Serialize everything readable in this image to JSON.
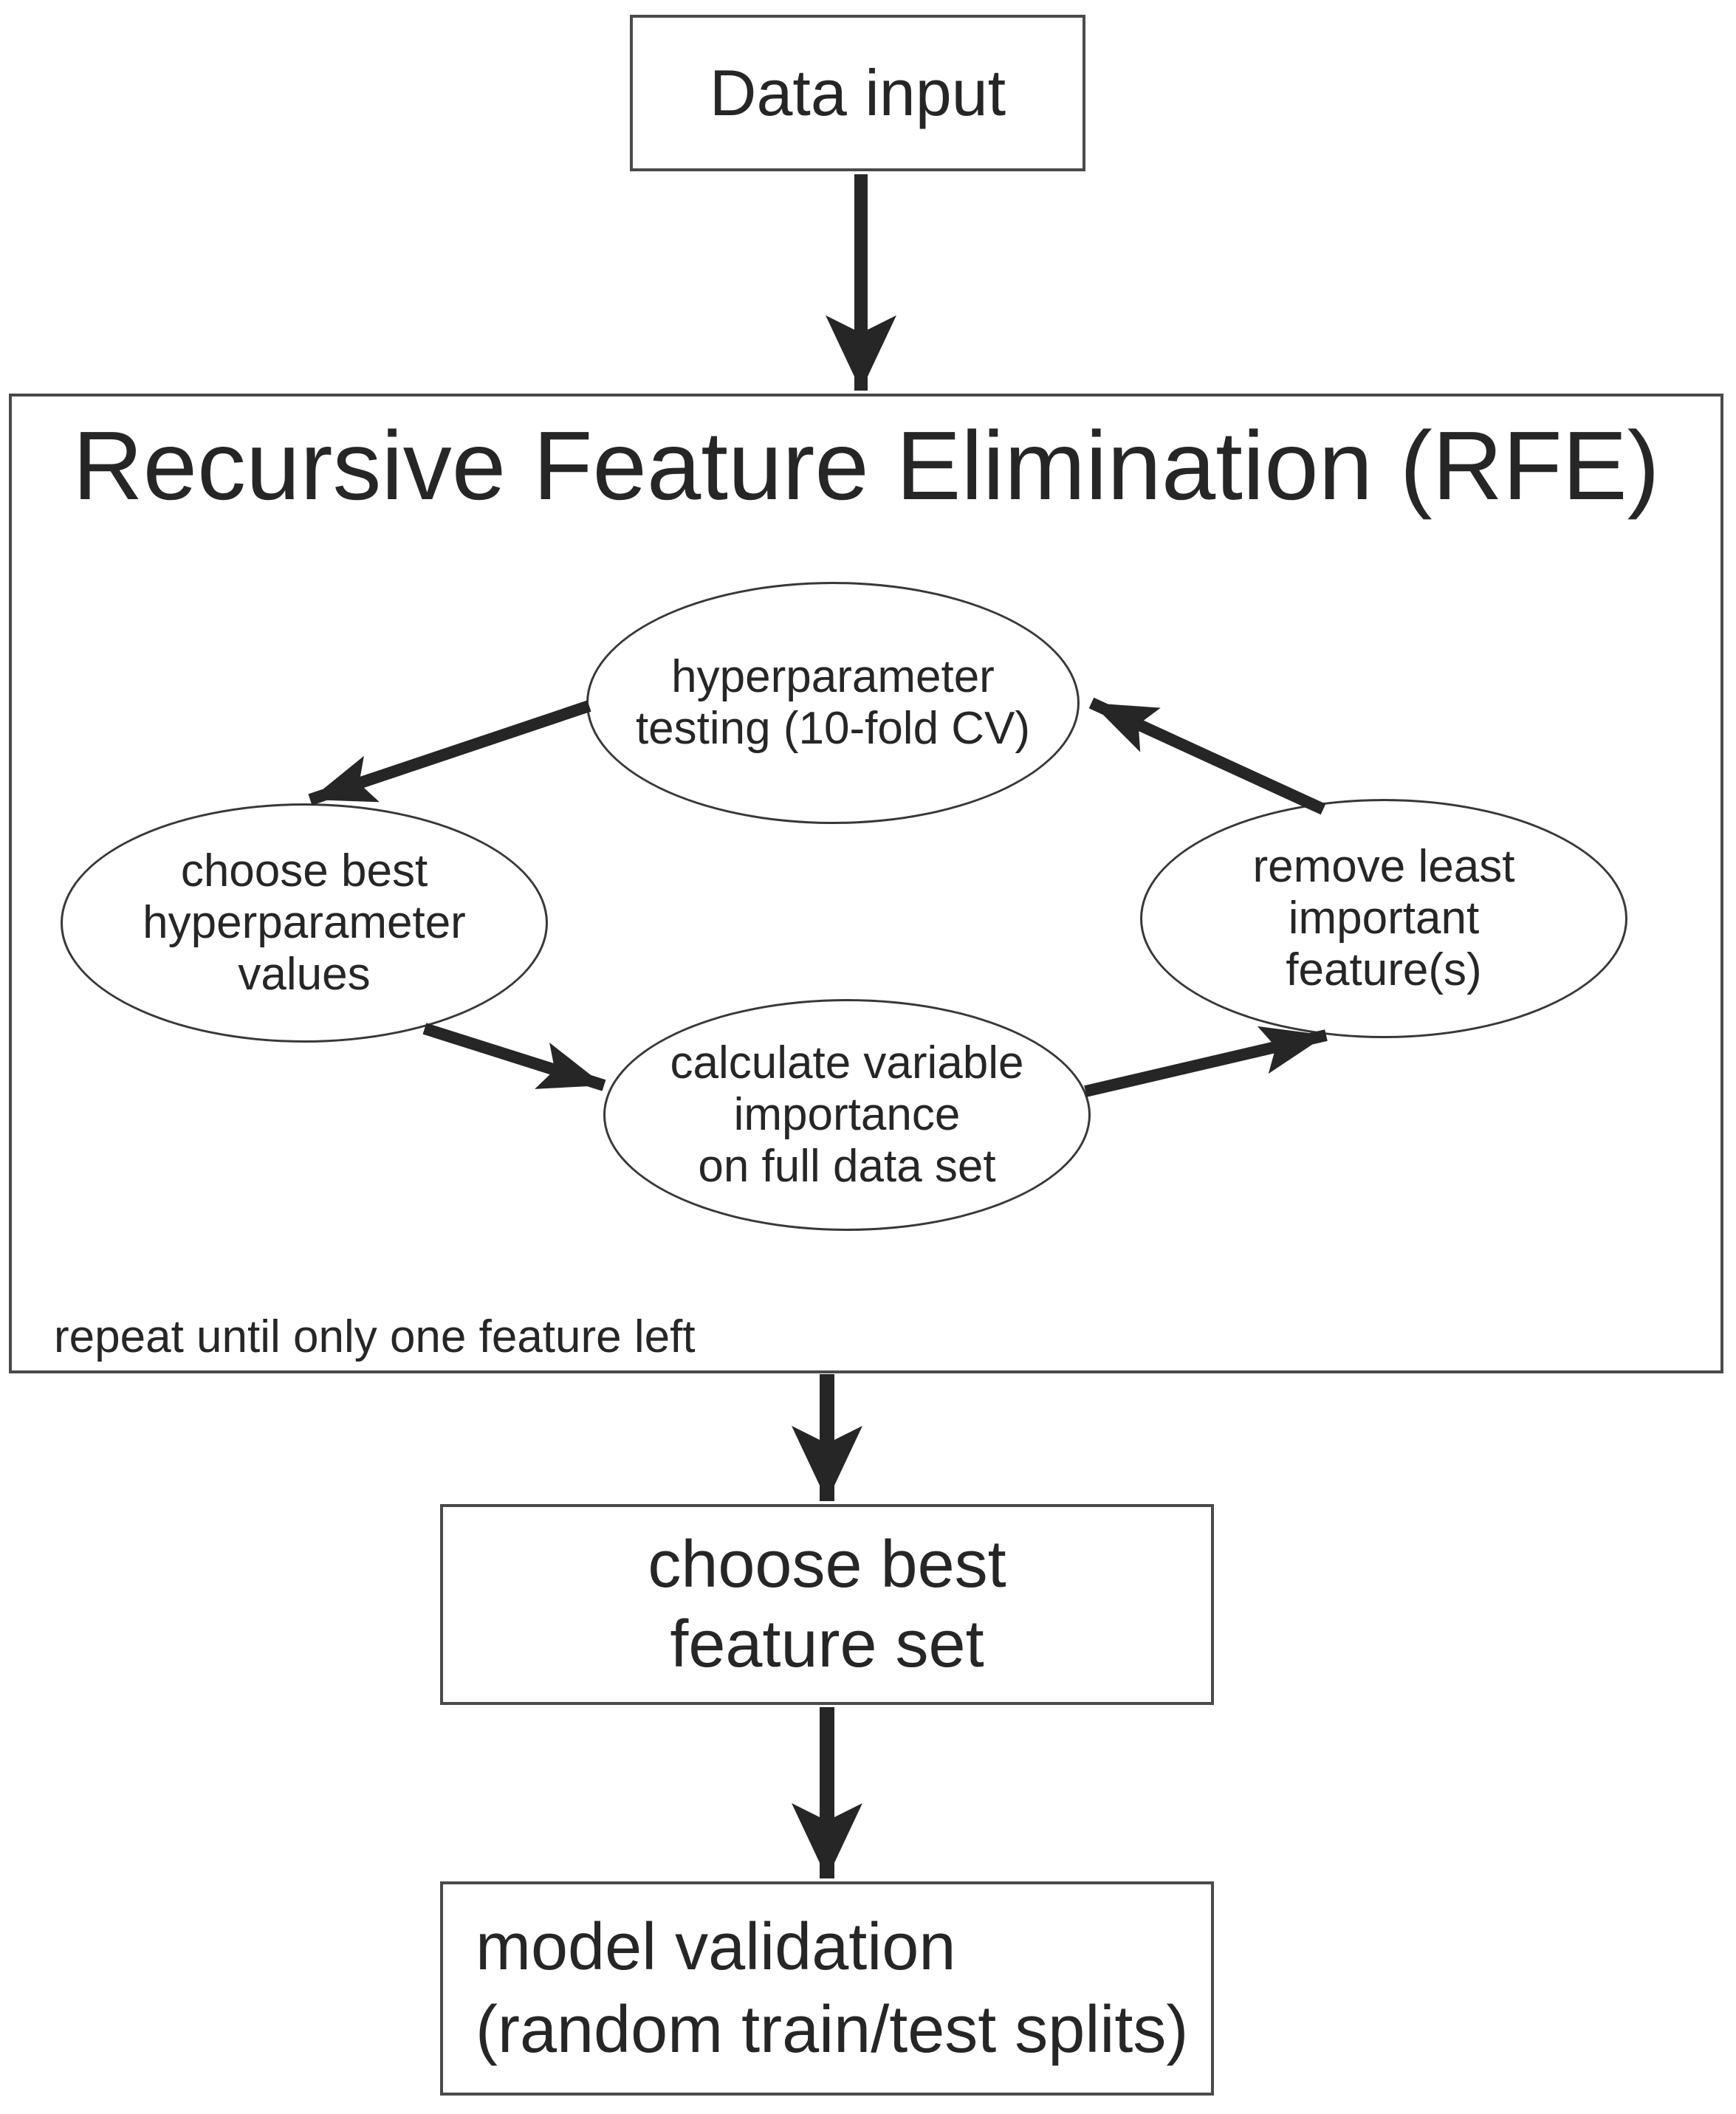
{
  "figure": {
    "colors": {
      "background": "#ffffff",
      "ink": "#262626",
      "box_border": "#4a4a4a",
      "ellipse_border": "#383838"
    },
    "nodes": {
      "data_input": {
        "label": "Data input"
      },
      "rfe_title": "Recursive Feature Elimination (RFE)",
      "hyperparameter_testing": {
        "line1": "hyperparameter",
        "line2": "testing (10-fold CV)"
      },
      "choose_best_hyperparameter": {
        "line1": "choose best",
        "line2": "hyperparameter",
        "line3": "values"
      },
      "calculate_variable_importance": {
        "line1": "calculate variable",
        "line2": "importance",
        "line3": "on full data set"
      },
      "remove_least_important": {
        "line1": "remove least",
        "line2": "important",
        "line3": "feature(s)"
      },
      "repeat_note": "repeat until only one feature left",
      "choose_best_feature_set": {
        "line1": "choose best",
        "line2": "feature set"
      },
      "model_validation": {
        "line1": "model validation",
        "line2": "(random train/test splits)"
      }
    }
  }
}
